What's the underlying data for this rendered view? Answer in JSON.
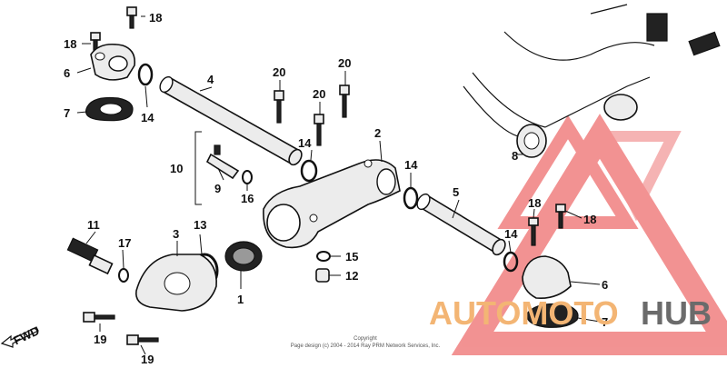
{
  "labels": {
    "l1": "1",
    "l2": "2",
    "l3": "3",
    "l4": "4",
    "l5": "5",
    "l6a": "6",
    "l6b": "6",
    "l7a": "7",
    "l7b": "7",
    "l8": "8",
    "l9": "9",
    "l10": "10",
    "l11": "11",
    "l12": "12",
    "l13": "13",
    "l14a": "14",
    "l14b": "14",
    "l14c": "14",
    "l14d": "14",
    "l15": "15",
    "l16": "16",
    "l17": "17",
    "l18a": "18",
    "l18b": "18",
    "l18c": "18",
    "l18d": "18",
    "l19a": "19",
    "l19b": "19",
    "l20a": "20",
    "l20b": "20",
    "l20c": "20"
  },
  "fwd": "FWD",
  "copyright": {
    "line1": "Copyright",
    "line2": "Page design (c) 2004 - 2014 Ray PRM Network Services, Inc."
  },
  "watermark": {
    "part1": "AUTOMOTO",
    "part2": "HUB"
  },
  "colors": {
    "logo_red": "#f08080",
    "logo_orange": "#f3b574",
    "logo_gray": "#6b6b6b"
  }
}
